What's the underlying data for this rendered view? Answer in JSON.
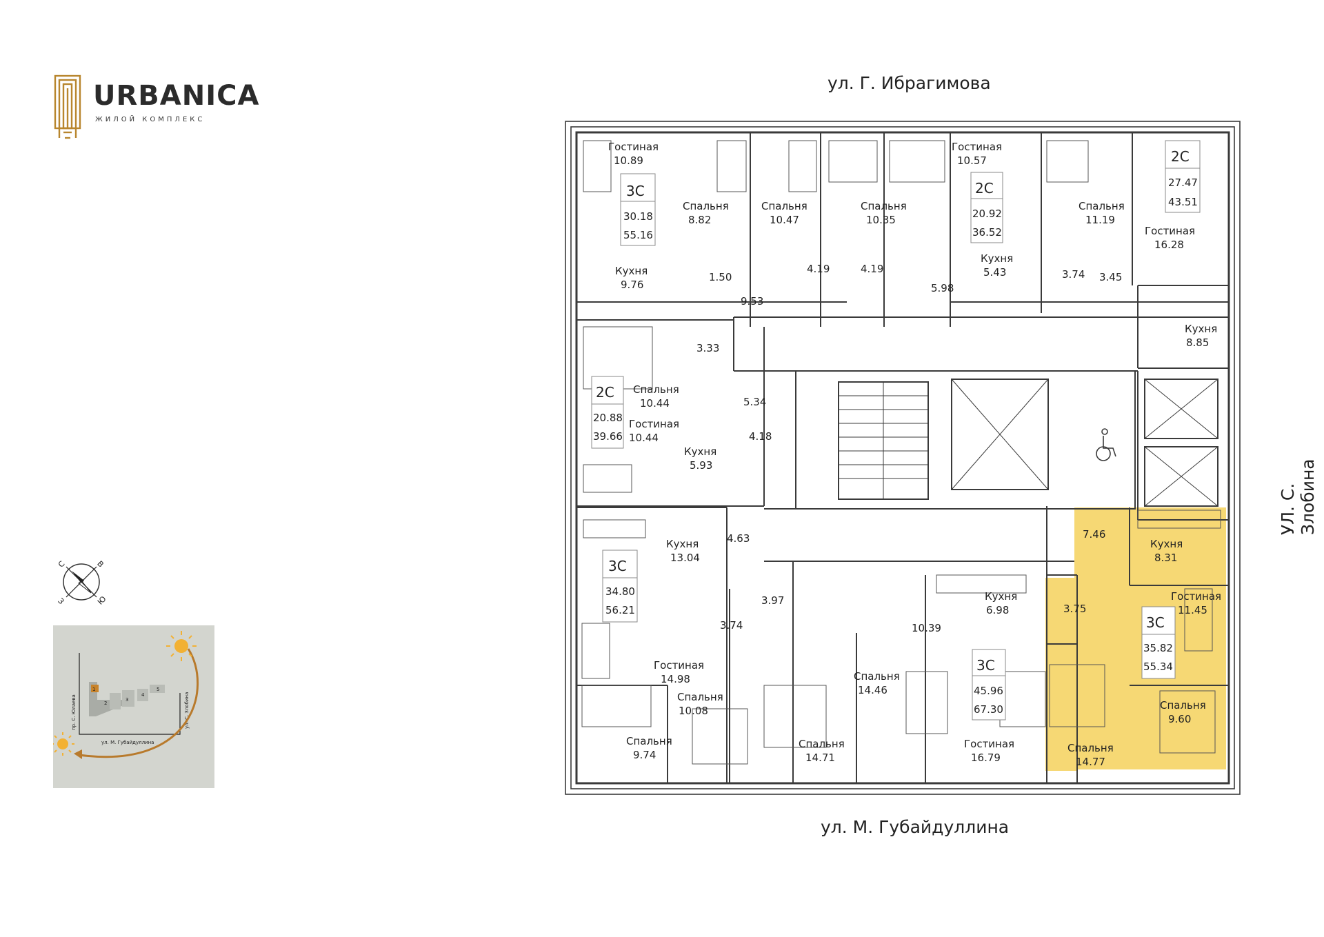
{
  "logo": {
    "name": "URBANICA",
    "subtitle": "ЖИЛОЙ КОМПЛЕКС",
    "color": "#b8862e"
  },
  "streets": {
    "top": "ул. Г. Ибрагимова",
    "bottom": "ул. М. Губайдуллина",
    "right": "УЛ. С. Злобина"
  },
  "compass": {
    "north": "С",
    "east": "В",
    "south": "Ю",
    "west": "З"
  },
  "minimap": {
    "streets": {
      "left": "пр. С. Юлаева",
      "right": "ул. С. Злобина",
      "bottom": "ул. М. Губайдуллина"
    },
    "sections": [
      "1",
      "2",
      "3",
      "4",
      "5"
    ],
    "highlighted_section": "1",
    "highlight_color": "#c8832a",
    "sun_color": "#f2b134"
  },
  "colors": {
    "highlight": "#f6d874",
    "wall": "#3a3a3a"
  },
  "apartments": [
    {
      "type": "3С",
      "living": "30.18",
      "total": "55.16"
    },
    {
      "type": "2С",
      "living": "20.92",
      "total": "36.52"
    },
    {
      "type": "2С",
      "living": "27.47",
      "total": "43.51"
    },
    {
      "type": "2С",
      "living": "20.88",
      "total": "39.66"
    },
    {
      "type": "3С",
      "living": "34.80",
      "total": "56.21"
    },
    {
      "type": "3С",
      "living": "45.96",
      "total": "67.30"
    },
    {
      "type": "3С",
      "living": "35.82",
      "total": "55.34",
      "highlighted": true
    }
  ],
  "rooms": [
    {
      "name": "Гостиная",
      "area": "10.89"
    },
    {
      "name": "Спальня",
      "area": "8.82"
    },
    {
      "name": "Спальня",
      "area": "10.47"
    },
    {
      "name": "Спальня",
      "area": "10.35"
    },
    {
      "name": "Гостиная",
      "area": "10.57"
    },
    {
      "name": "Спальня",
      "area": "11.19"
    },
    {
      "name": "Гостиная",
      "area": "16.28"
    },
    {
      "name": "Кухня",
      "area": "9.76"
    },
    {
      "name": "Кухня",
      "area": "5.43"
    },
    {
      "name": "Кухня",
      "area": "8.85"
    },
    {
      "name": "Спальня",
      "area": "10.44"
    },
    {
      "name": "Гостиная",
      "area": "10.44"
    },
    {
      "name": "Кухня",
      "area": "5.93"
    },
    {
      "name": "Кухня",
      "area": "13.04"
    },
    {
      "name": "Кухня",
      "area": "8.31"
    },
    {
      "name": "Гостиная",
      "area": "11.45"
    },
    {
      "name": "Кухня",
      "area": "6.98"
    },
    {
      "name": "Гостиная",
      "area": "14.98"
    },
    {
      "name": "Спальня",
      "area": "10.08"
    },
    {
      "name": "Спальня",
      "area": "14.46"
    },
    {
      "name": "Спальня",
      "area": "9.74"
    },
    {
      "name": "Спальня",
      "area": "14.71"
    },
    {
      "name": "Гостиная",
      "area": "16.79"
    },
    {
      "name": "Спальня",
      "area": "14.77"
    },
    {
      "name": "Спальня",
      "area": "9.60"
    }
  ],
  "areas": [
    "1.50",
    "4.19",
    "4.19",
    "5.98",
    "9.53",
    "3.74",
    "3.45",
    "3.33",
    "5.34",
    "4.18",
    "4.63",
    "7.46",
    "3.97",
    "3.74",
    "3.75",
    "10.39"
  ]
}
